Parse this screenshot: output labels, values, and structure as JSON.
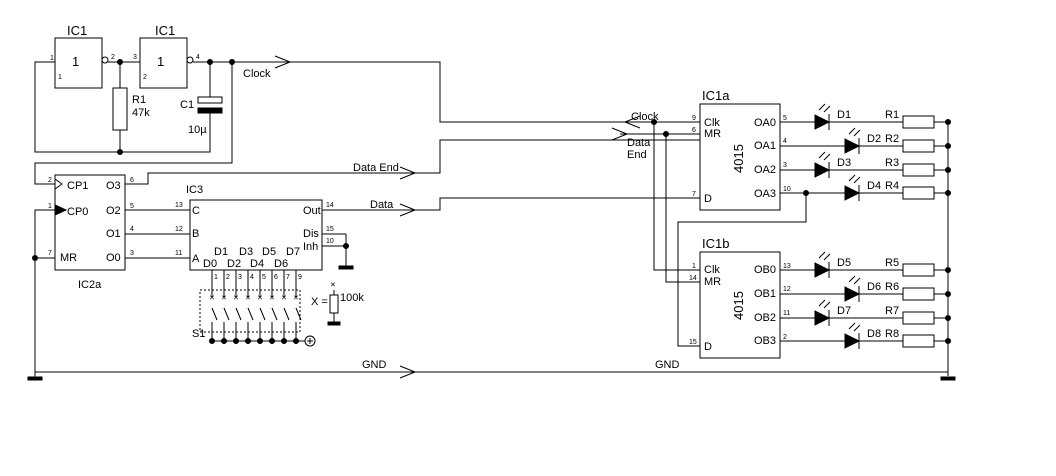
{
  "gates": {
    "g1_title": "IC1",
    "g2_title": "IC1",
    "g1_sym": "1",
    "g2_sym": "1"
  },
  "passives": {
    "r1": "R1",
    "r1_val": "47k",
    "c1": "C1",
    "c1_val": "10µ",
    "r100k": "100k",
    "x_eq": "X ="
  },
  "nets": {
    "clock": "Clock",
    "data_end": "Data End",
    "data": "Data",
    "gnd": "GND",
    "clock2": "Clock",
    "data2": "Data",
    "end2": "End"
  },
  "ic2a": {
    "name": "IC2a",
    "pins_left": [
      "CP1",
      "CP0",
      "MR"
    ],
    "pins_right": [
      "O3",
      "O2",
      "O1",
      "O0"
    ]
  },
  "ic3": {
    "name": "IC3",
    "pins_left": [
      "C",
      "B",
      "A"
    ],
    "pins_right": [
      "Out",
      "Dis",
      "Inh"
    ],
    "inputs_top": [
      "D1",
      "D3",
      "D5",
      "D7"
    ],
    "inputs_bot": [
      "D0",
      "D2",
      "D4",
      "D6"
    ],
    "switch": "S1"
  },
  "ic1a": {
    "name": "IC1a",
    "part": "4015",
    "pins_left": [
      "Clk",
      "MR",
      "D"
    ],
    "pins_right": [
      "OA0",
      "OA1",
      "OA2",
      "OA3"
    ]
  },
  "ic1b": {
    "name": "IC1b",
    "part": "4015",
    "pins_left": [
      "Clk",
      "MR",
      "D"
    ],
    "pins_right": [
      "OB0",
      "OB1",
      "OB2",
      "OB3"
    ]
  },
  "leds": [
    "D1",
    "D2",
    "D3",
    "D4",
    "D5",
    "D6",
    "D7",
    "D8"
  ],
  "resistors": [
    "R1",
    "R2",
    "R3",
    "R4",
    "R5",
    "R6",
    "R7",
    "R8"
  ],
  "pin_numbers": {
    "g1": [
      "1",
      "1",
      "2"
    ],
    "g2": [
      "3",
      "2",
      "4"
    ],
    "ic2a": [
      "2",
      "1",
      "7",
      "6",
      "5",
      "4",
      "3"
    ],
    "ic3": [
      "13",
      "12",
      "11",
      "14",
      "15",
      "10"
    ],
    "ic3_inputs": [
      "1",
      "2",
      "3",
      "4",
      "5",
      "6",
      "7",
      "9"
    ],
    "ic1a": [
      "9",
      "6",
      "7",
      "5",
      "4",
      "3",
      "10"
    ],
    "ic1b": [
      "1",
      "14",
      "15",
      "13",
      "12",
      "11",
      "2"
    ]
  }
}
